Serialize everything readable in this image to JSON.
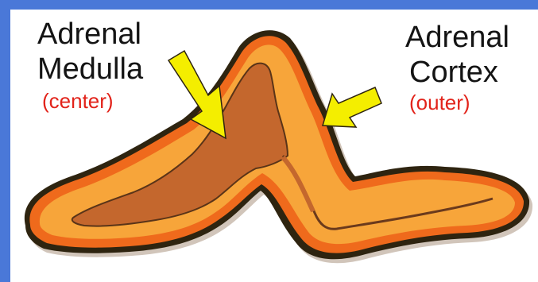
{
  "labels": {
    "medulla": {
      "line1": "Adrenal",
      "line2": "Medulla",
      "sub": "(center)"
    },
    "cortex": {
      "line1": "Adrenal",
      "line2": "Cortex",
      "sub": "(outer)"
    }
  },
  "colors": {
    "background": "#4a78d8",
    "panel": "#ffffff",
    "outline": "#2e2410",
    "outer_rim": "#ef6a1c",
    "cortex": "#f7a53a",
    "medulla": "#c4672d",
    "arrow": "#f4ee00",
    "sub_label": "#e2231a"
  }
}
